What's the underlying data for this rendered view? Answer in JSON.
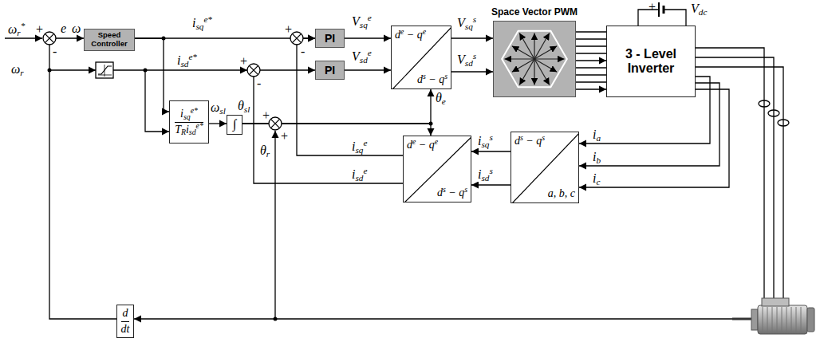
{
  "diagram": {
    "nodes": [
      {
        "text": [
          "Speed Controller"
        ]
      },
      {
        "text": [
          "PI"
        ]
      },
      {
        "text": [
          "PI"
        ]
      },
      {
        "text": [
          "de − qe",
          "ds − qs"
        ]
      },
      {
        "text": [
          "Space Vector PWM"
        ]
      },
      {
        "text": [
          "3 - Level Inverter"
        ]
      },
      {
        "text": [
          "isqe*",
          "TRisde*"
        ]
      },
      {
        "text": [
          "∫"
        ]
      },
      {
        "text": [
          "de − qe",
          "ds − qs"
        ]
      },
      {
        "text": [
          "ds − qs",
          "a, b, c"
        ]
      },
      {
        "text": [
          "d",
          "dt"
        ]
      }
    ],
    "edges": [
      {
        "from": 0,
        "to": 1,
        "arrow": "to",
        "label": "isqe*"
      },
      {
        "from": 0,
        "to": 6,
        "arrow": "to"
      },
      {
        "from": 1,
        "to": 3,
        "arrow": "to",
        "label": "Vsqe"
      },
      {
        "from": 2,
        "to": 3,
        "arrow": "to",
        "label": "Vsde"
      },
      {
        "from": 3,
        "to": 4,
        "arrow": "to",
        "label": "Vsqs"
      },
      {
        "from": 3,
        "to": 4,
        "arrow": "to",
        "label": "Vsds"
      },
      {
        "from": 4,
        "to": 5,
        "arrow": "to"
      },
      {
        "from": 6,
        "to": 7,
        "arrow": "to",
        "label": "ωsl"
      },
      {
        "from": 9,
        "to": 8,
        "arrow": "to",
        "label": "isqs"
      },
      {
        "from": 9,
        "to": 8,
        "arrow": "to",
        "label": "isds"
      },
      {
        "from": 7,
        "to": 3,
        "arrow": "to"
      },
      {
        "from": 7,
        "to": 8,
        "arrow": "to"
      },
      {
        "from": 8,
        "to": 1,
        "arrow": "to",
        "label": "isqe"
      },
      {
        "from": 8,
        "to": 2,
        "arrow": "to",
        "label": "isde"
      },
      {
        "from": 10,
        "to": 0,
        "arrow": "to"
      },
      {
        "from": 5,
        "to": 9,
        "arrow": "to",
        "label": "ia"
      },
      {
        "from": 5,
        "to": 9,
        "arrow": "to",
        "label": "ib"
      },
      {
        "from": 5,
        "to": 9,
        "arrow": "to",
        "label": "ic"
      }
    ],
    "labels": [
      "ωr*",
      "+",
      "-",
      "e",
      "ω",
      "isde*",
      "+",
      "-",
      "+",
      "-",
      "ωr",
      "θsl",
      "+",
      "+",
      "θr",
      "θe",
      "Vdc",
      "+"
    ]
  }
}
